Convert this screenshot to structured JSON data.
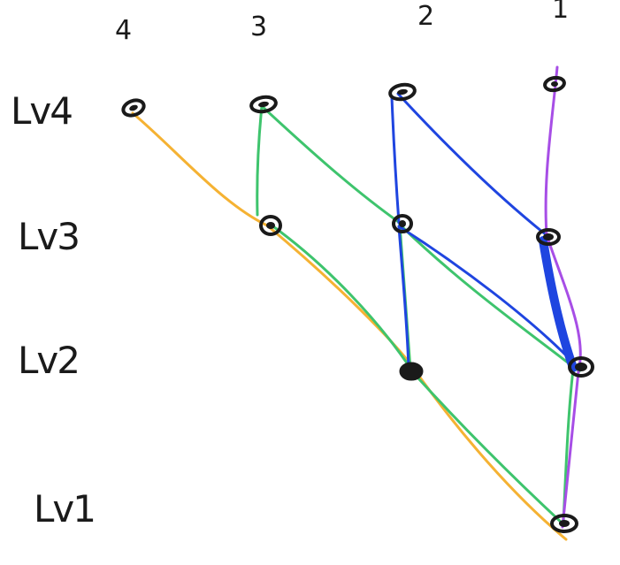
{
  "columns": [
    {
      "id": "c4",
      "label": "4"
    },
    {
      "id": "c3",
      "label": "3"
    },
    {
      "id": "c2",
      "label": "2"
    },
    {
      "id": "c1",
      "label": "1"
    }
  ],
  "rows": [
    {
      "id": "lv4",
      "label": "Lv4"
    },
    {
      "id": "lv3",
      "label": "Lv3"
    },
    {
      "id": "lv2",
      "label": "Lv2"
    },
    {
      "id": "lv1",
      "label": "Lv1"
    }
  ],
  "nodes": [
    {
      "id": "lv4-c4"
    },
    {
      "id": "lv4-c3"
    },
    {
      "id": "lv4-c2"
    },
    {
      "id": "lv4-c1"
    },
    {
      "id": "lv3-c3"
    },
    {
      "id": "lv3-c2"
    },
    {
      "id": "lv3-c1"
    },
    {
      "id": "lv2-c2"
    },
    {
      "id": "lv2-c1"
    },
    {
      "id": "lv1-c1"
    }
  ],
  "colors": {
    "ink": "#1a1a1a",
    "orange": "#f5b233",
    "green": "#3ec46d",
    "blue": "#1f45e0",
    "purple": "#a74ee6"
  },
  "edges": [
    {
      "id": "orange-path",
      "color": "orange",
      "width": 3
    },
    {
      "id": "green-path",
      "color": "green",
      "width": 3
    },
    {
      "id": "blue-path",
      "color": "blue",
      "width": 3
    },
    {
      "id": "purple-path",
      "color": "purple",
      "width": 3
    }
  ]
}
